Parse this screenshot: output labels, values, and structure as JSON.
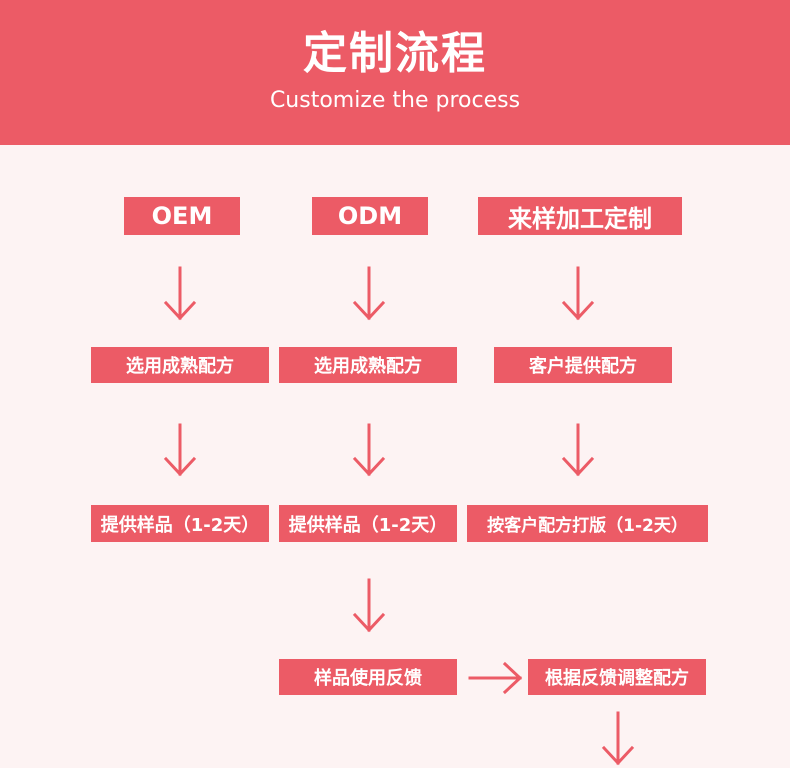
{
  "header": {
    "title": "定制流程",
    "subtitle": "Customize the process"
  },
  "columns": [
    {
      "type_label": "OEM",
      "step1": "选用成熟配方",
      "step2": "提供样品（1-2天）"
    },
    {
      "type_label": "ODM",
      "step1": "选用成熟配方",
      "step2": "提供样品（1-2天）"
    },
    {
      "type_label": "来样加工定制",
      "step1": "客户提供配方",
      "step2": "按客户配方打版（1-2天）"
    }
  ],
  "feedback": {
    "label": "样品使用反馈",
    "adjust_label": "根据反馈调整配方"
  },
  "colors": {
    "accent": "#ec5b66",
    "background": "#fdf3f3",
    "text": "#ffffff"
  }
}
